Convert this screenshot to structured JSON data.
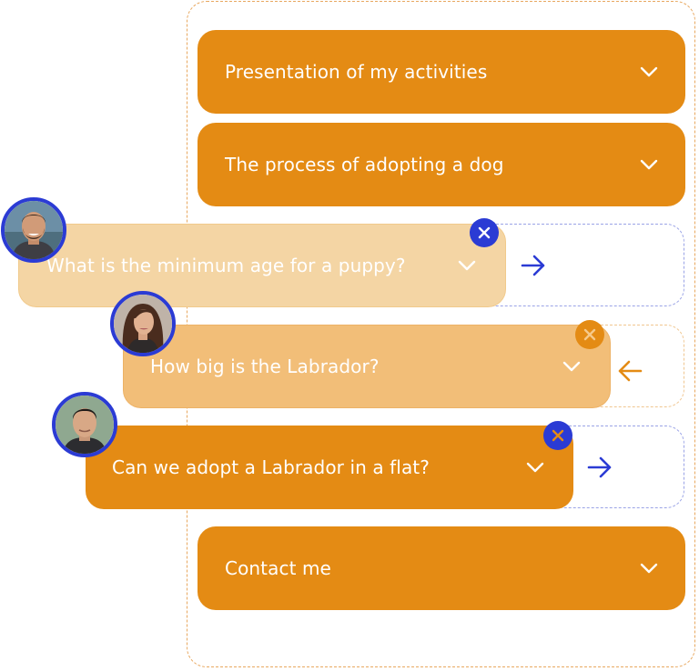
{
  "colors": {
    "accent_orange": "#E48B14",
    "accent_blue": "#2B3BD4",
    "light_orange": "#F4D5A4",
    "mid_orange": "#F2BE78"
  },
  "accordion": {
    "items": [
      {
        "label": "Presentation of my activities",
        "icon": "chevron-down-icon"
      },
      {
        "label": "The process of adopting a dog",
        "icon": "chevron-down-icon"
      },
      {
        "label": "What is the minimum age for a puppy?",
        "icon": "chevron-down-icon",
        "action_icon": "arrow-right-icon",
        "close_icon": "close-icon",
        "avatar": "avatar-man-beard"
      },
      {
        "label": "How big is the Labrador?",
        "icon": "chevron-down-icon",
        "action_icon": "arrow-left-icon",
        "close_icon": "close-icon",
        "avatar": "avatar-woman"
      },
      {
        "label": "Can we adopt a Labrador in a flat?",
        "icon": "chevron-down-icon",
        "action_icon": "arrow-right-icon",
        "close_icon": "close-icon",
        "avatar": "avatar-man-asian"
      },
      {
        "label": "Contact me",
        "icon": "chevron-down-icon"
      }
    ]
  }
}
